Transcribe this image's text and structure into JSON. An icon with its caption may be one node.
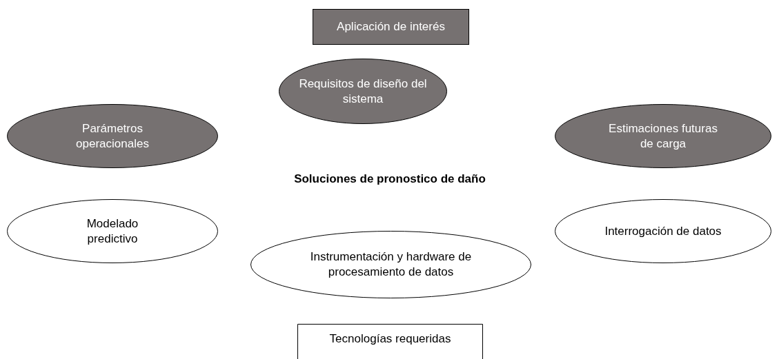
{
  "diagram": {
    "nodes": [
      {
        "text": [
          "Aplicación de interés"
        ]
      },
      {
        "text": [
          "Requisitos de diseño del sistema"
        ]
      },
      {
        "text": [
          "Parámetros operacionales"
        ]
      },
      {
        "text": [
          "Estimaciones futuras de carga"
        ]
      },
      {
        "text": [
          "Modelado predictivo"
        ]
      },
      {
        "text": [
          "Interrogación de datos"
        ]
      },
      {
        "text": [
          "Instrumentación y hardware de procesamiento de datos"
        ]
      },
      {
        "text": [
          "Tecnologías requeridas"
        ]
      }
    ],
    "labels": [
      "Soluciones de pronostico de daño"
    ]
  }
}
